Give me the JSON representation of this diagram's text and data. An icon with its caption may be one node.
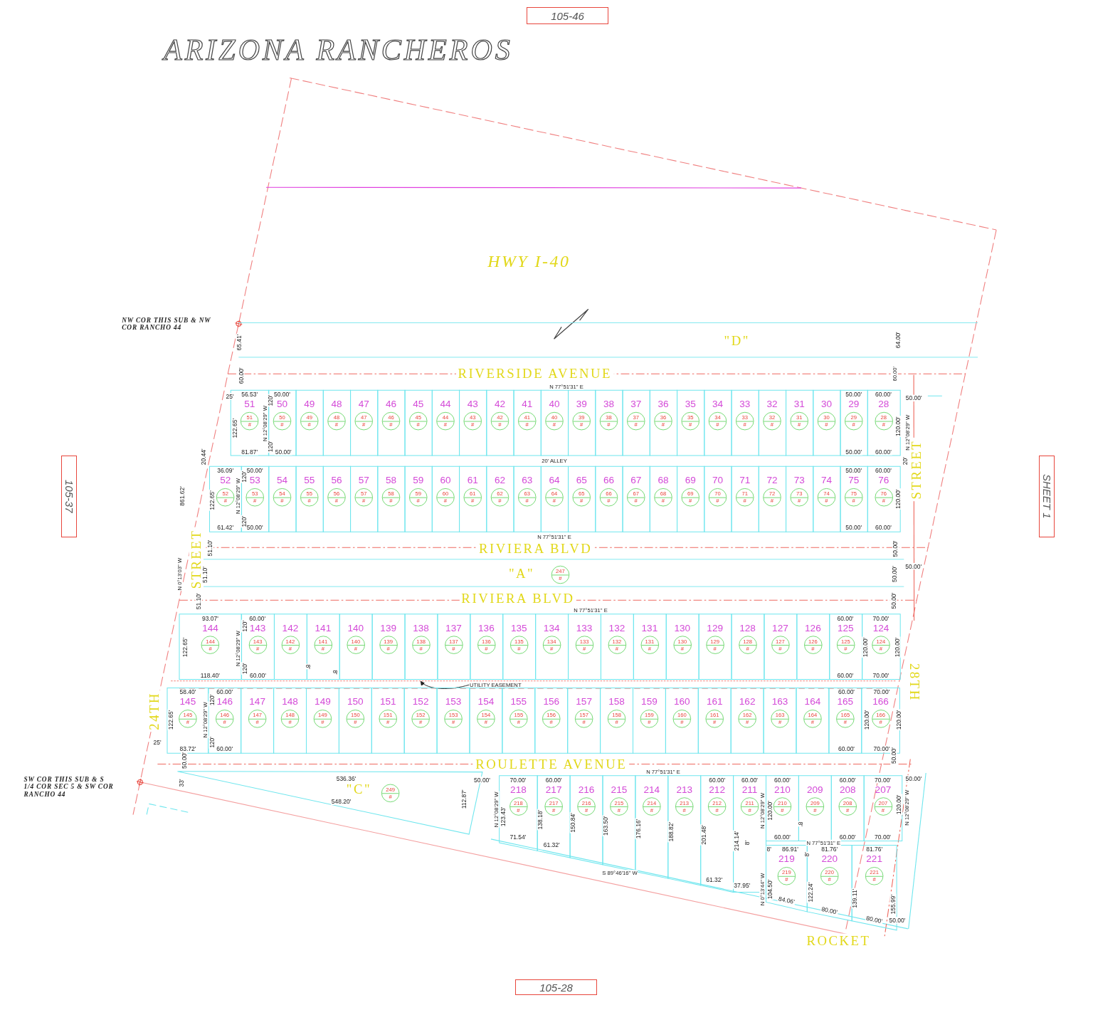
{
  "diagram": {
    "title": "ARIZONA RANCHEROS",
    "nodes": [
      {
        "text": [
          "105-46"
        ]
      },
      {
        "text": [
          "105-37"
        ]
      },
      {
        "text": [
          "SHEET 1"
        ]
      },
      {
        "text": [
          "105-28"
        ]
      },
      {
        "text": [
          "\"D\""
        ]
      },
      {
        "text": [
          "\"A\""
        ]
      },
      {
        "text": [
          "247",
          "#"
        ],
        "in": 5
      },
      {
        "text": [
          "\"C\""
        ]
      },
      {
        "text": [
          "249",
          "#"
        ],
        "in": 7
      },
      {
        "text": [
          "UTILITY EASEMENT"
        ]
      },
      {
        "text": [
          "51"
        ]
      },
      {
        "text": [
          "51",
          "#"
        ],
        "in": 10
      },
      {
        "text": [
          "50"
        ]
      },
      {
        "text": [
          "50",
          "#"
        ],
        "in": 12
      },
      {
        "text": [
          "49"
        ]
      },
      {
        "text": [
          "49",
          "#"
        ],
        "in": 14
      },
      {
        "text": [
          "48"
        ]
      },
      {
        "text": [
          "48",
          "#"
        ],
        "in": 16
      },
      {
        "text": [
          "47"
        ]
      },
      {
        "text": [
          "47",
          "#"
        ],
        "in": 18
      },
      {
        "text": [
          "46"
        ]
      },
      {
        "text": [
          "46",
          "#"
        ],
        "in": 20
      },
      {
        "text": [
          "45"
        ]
      },
      {
        "text": [
          "45",
          "#"
        ],
        "in": 22
      },
      {
        "text": [
          "44"
        ]
      },
      {
        "text": [
          "44",
          "#"
        ],
        "in": 24
      },
      {
        "text": [
          "43"
        ]
      },
      {
        "text": [
          "43",
          "#"
        ],
        "in": 26
      },
      {
        "text": [
          "42"
        ]
      },
      {
        "text": [
          "42",
          "#"
        ],
        "in": 28
      },
      {
        "text": [
          "41"
        ]
      },
      {
        "text": [
          "41",
          "#"
        ],
        "in": 30
      },
      {
        "text": [
          "40"
        ]
      },
      {
        "text": [
          "40",
          "#"
        ],
        "in": 32
      },
      {
        "text": [
          "39"
        ]
      },
      {
        "text": [
          "39",
          "#"
        ],
        "in": 34
      },
      {
        "text": [
          "38"
        ]
      },
      {
        "text": [
          "38",
          "#"
        ],
        "in": 36
      },
      {
        "text": [
          "37"
        ]
      },
      {
        "text": [
          "37",
          "#"
        ],
        "in": 38
      },
      {
        "text": [
          "36"
        ]
      },
      {
        "text": [
          "36",
          "#"
        ],
        "in": 40
      },
      {
        "text": [
          "35"
        ]
      },
      {
        "text": [
          "35",
          "#"
        ],
        "in": 42
      },
      {
        "text": [
          "34"
        ]
      },
      {
        "text": [
          "34",
          "#"
        ],
        "in": 44
      },
      {
        "text": [
          "33"
        ]
      },
      {
        "text": [
          "33",
          "#"
        ],
        "in": 46
      },
      {
        "text": [
          "32"
        ]
      },
      {
        "text": [
          "32",
          "#"
        ],
        "in": 48
      },
      {
        "text": [
          "31"
        ]
      },
      {
        "text": [
          "31",
          "#"
        ],
        "in": 50
      },
      {
        "text": [
          "30"
        ]
      },
      {
        "text": [
          "30",
          "#"
        ],
        "in": 52
      },
      {
        "text": [
          "29"
        ]
      },
      {
        "text": [
          "29",
          "#"
        ],
        "in": 54
      },
      {
        "text": [
          "28"
        ]
      },
      {
        "text": [
          "28",
          "#"
        ],
        "in": 56
      },
      {
        "text": [
          "52"
        ]
      },
      {
        "text": [
          "52",
          "#"
        ],
        "in": 58
      },
      {
        "text": [
          "53"
        ]
      },
      {
        "text": [
          "53",
          "#"
        ],
        "in": 60
      },
      {
        "text": [
          "54"
        ]
      },
      {
        "text": [
          "54",
          "#"
        ],
        "in": 62
      },
      {
        "text": [
          "55"
        ]
      },
      {
        "text": [
          "55",
          "#"
        ],
        "in": 64
      },
      {
        "text": [
          "56"
        ]
      },
      {
        "text": [
          "56",
          "#"
        ],
        "in": 66
      },
      {
        "text": [
          "57"
        ]
      },
      {
        "text": [
          "57",
          "#"
        ],
        "in": 68
      },
      {
        "text": [
          "58"
        ]
      },
      {
        "text": [
          "58",
          "#"
        ],
        "in": 70
      },
      {
        "text": [
          "59"
        ]
      },
      {
        "text": [
          "59",
          "#"
        ],
        "in": 72
      },
      {
        "text": [
          "60"
        ]
      },
      {
        "text": [
          "60",
          "#"
        ],
        "in": 74
      },
      {
        "text": [
          "61"
        ]
      },
      {
        "text": [
          "61",
          "#"
        ],
        "in": 76
      },
      {
        "text": [
          "62"
        ]
      },
      {
        "text": [
          "62",
          "#"
        ],
        "in": 78
      },
      {
        "text": [
          "63"
        ]
      },
      {
        "text": [
          "63",
          "#"
        ],
        "in": 80
      },
      {
        "text": [
          "64"
        ]
      },
      {
        "text": [
          "64",
          "#"
        ],
        "in": 82
      },
      {
        "text": [
          "65"
        ]
      },
      {
        "text": [
          "65",
          "#"
        ],
        "in": 84
      },
      {
        "text": [
          "66"
        ]
      },
      {
        "text": [
          "66",
          "#"
        ],
        "in": 86
      },
      {
        "text": [
          "67"
        ]
      },
      {
        "text": [
          "67",
          "#"
        ],
        "in": 88
      },
      {
        "text": [
          "68"
        ]
      },
      {
        "text": [
          "68",
          "#"
        ],
        "in": 90
      },
      {
        "text": [
          "69"
        ]
      },
      {
        "text": [
          "69",
          "#"
        ],
        "in": 92
      },
      {
        "text": [
          "70"
        ]
      },
      {
        "text": [
          "70",
          "#"
        ],
        "in": 94
      },
      {
        "text": [
          "71"
        ]
      },
      {
        "text": [
          "71",
          "#"
        ],
        "in": 96
      },
      {
        "text": [
          "72"
        ]
      },
      {
        "text": [
          "72",
          "#"
        ],
        "in": 98
      },
      {
        "text": [
          "73"
        ]
      },
      {
        "text": [
          "73",
          "#"
        ],
        "in": 100
      },
      {
        "text": [
          "74"
        ]
      },
      {
        "text": [
          "74",
          "#"
        ],
        "in": 102
      },
      {
        "text": [
          "75"
        ]
      },
      {
        "text": [
          "75",
          "#"
        ],
        "in": 104
      },
      {
        "text": [
          "76"
        ]
      },
      {
        "text": [
          "76",
          "#"
        ],
        "in": 106
      },
      {
        "text": [
          "144"
        ]
      },
      {
        "text": [
          "144",
          "#"
        ],
        "in": 108
      },
      {
        "text": [
          "143"
        ]
      },
      {
        "text": [
          "143",
          "#"
        ],
        "in": 110
      },
      {
        "text": [
          "142"
        ]
      },
      {
        "text": [
          "142",
          "#"
        ],
        "in": 112
      },
      {
        "text": [
          "141"
        ]
      },
      {
        "text": [
          "141",
          "#"
        ],
        "in": 114
      },
      {
        "text": [
          "140"
        ]
      },
      {
        "text": [
          "140",
          "#"
        ],
        "in": 116
      },
      {
        "text": [
          "139"
        ]
      },
      {
        "text": [
          "139",
          "#"
        ],
        "in": 118
      },
      {
        "text": [
          "138"
        ]
      },
      {
        "text": [
          "138",
          "#"
        ],
        "in": 120
      },
      {
        "text": [
          "137"
        ]
      },
      {
        "text": [
          "137",
          "#"
        ],
        "in": 122
      },
      {
        "text": [
          "136"
        ]
      },
      {
        "text": [
          "136",
          "#"
        ],
        "in": 124
      },
      {
        "text": [
          "135"
        ]
      },
      {
        "text": [
          "135",
          "#"
        ],
        "in": 126
      },
      {
        "text": [
          "134"
        ]
      },
      {
        "text": [
          "134",
          "#"
        ],
        "in": 128
      },
      {
        "text": [
          "133"
        ]
      },
      {
        "text": [
          "133",
          "#"
        ],
        "in": 130
      },
      {
        "text": [
          "132"
        ]
      },
      {
        "text": [
          "132",
          "#"
        ],
        "in": 132
      },
      {
        "text": [
          "131"
        ]
      },
      {
        "text": [
          "131",
          "#"
        ],
        "in": 134
      },
      {
        "text": [
          "130"
        ]
      },
      {
        "text": [
          "130",
          "#"
        ],
        "in": 136
      },
      {
        "text": [
          "129"
        ]
      },
      {
        "text": [
          "129",
          "#"
        ],
        "in": 138
      },
      {
        "text": [
          "128"
        ]
      },
      {
        "text": [
          "128",
          "#"
        ],
        "in": 140
      },
      {
        "text": [
          "127"
        ]
      },
      {
        "text": [
          "127",
          "#"
        ],
        "in": 142
      },
      {
        "text": [
          "126"
        ]
      },
      {
        "text": [
          "126",
          "#"
        ],
        "in": 144
      },
      {
        "text": [
          "125"
        ]
      },
      {
        "text": [
          "125",
          "#"
        ],
        "in": 146
      },
      {
        "text": [
          "124"
        ]
      },
      {
        "text": [
          "124",
          "#"
        ],
        "in": 148
      },
      {
        "text": [
          "145"
        ]
      },
      {
        "text": [
          "145",
          "#"
        ],
        "in": 150
      },
      {
        "text": [
          "146"
        ]
      },
      {
        "text": [
          "146",
          "#"
        ],
        "in": 152
      },
      {
        "text": [
          "147"
        ]
      },
      {
        "text": [
          "147",
          "#"
        ],
        "in": 154
      },
      {
        "text": [
          "148"
        ]
      },
      {
        "text": [
          "148",
          "#"
        ],
        "in": 156
      },
      {
        "text": [
          "149"
        ]
      },
      {
        "text": [
          "149",
          "#"
        ],
        "in": 158
      },
      {
        "text": [
          "150"
        ]
      },
      {
        "text": [
          "150",
          "#"
        ],
        "in": 160
      },
      {
        "text": [
          "151"
        ]
      },
      {
        "text": [
          "151",
          "#"
        ],
        "in": 162
      },
      {
        "text": [
          "152"
        ]
      },
      {
        "text": [
          "152",
          "#"
        ],
        "in": 164
      },
      {
        "text": [
          "153"
        ]
      },
      {
        "text": [
          "153",
          "#"
        ],
        "in": 166
      },
      {
        "text": [
          "154"
        ]
      },
      {
        "text": [
          "154",
          "#"
        ],
        "in": 168
      },
      {
        "text": [
          "155"
        ]
      },
      {
        "text": [
          "155",
          "#"
        ],
        "in": 170
      },
      {
        "text": [
          "156"
        ]
      },
      {
        "text": [
          "156",
          "#"
        ],
        "in": 172
      },
      {
        "text": [
          "157"
        ]
      },
      {
        "text": [
          "157",
          "#"
        ],
        "in": 174
      },
      {
        "text": [
          "158"
        ]
      },
      {
        "text": [
          "158",
          "#"
        ],
        "in": 176
      },
      {
        "text": [
          "159"
        ]
      },
      {
        "text": [
          "159",
          "#"
        ],
        "in": 178
      },
      {
        "text": [
          "160"
        ]
      },
      {
        "text": [
          "160",
          "#"
        ],
        "in": 180
      },
      {
        "text": [
          "161"
        ]
      },
      {
        "text": [
          "161",
          "#"
        ],
        "in": 182
      },
      {
        "text": [
          "162"
        ]
      },
      {
        "text": [
          "162",
          "#"
        ],
        "in": 184
      },
      {
        "text": [
          "163"
        ]
      },
      {
        "text": [
          "163",
          "#"
        ],
        "in": 186
      },
      {
        "text": [
          "164"
        ]
      },
      {
        "text": [
          "164",
          "#"
        ],
        "in": 188
      },
      {
        "text": [
          "165"
        ]
      },
      {
        "text": [
          "165",
          "#"
        ],
        "in": 190
      },
      {
        "text": [
          "166"
        ]
      },
      {
        "text": [
          "166",
          "#"
        ],
        "in": 192
      },
      {
        "text": [
          "218"
        ]
      },
      {
        "text": [
          "218",
          "#"
        ],
        "in": 194
      },
      {
        "text": [
          "217"
        ]
      },
      {
        "text": [
          "217",
          "#"
        ],
        "in": 196
      },
      {
        "text": [
          "216"
        ]
      },
      {
        "text": [
          "216",
          "#"
        ],
        "in": 198
      },
      {
        "text": [
          "215"
        ]
      },
      {
        "text": [
          "215",
          "#"
        ],
        "in": 200
      },
      {
        "text": [
          "214"
        ]
      },
      {
        "text": [
          "214",
          "#"
        ],
        "in": 202
      },
      {
        "text": [
          "213"
        ]
      },
      {
        "text": [
          "213",
          "#"
        ],
        "in": 204
      },
      {
        "text": [
          "212"
        ]
      },
      {
        "text": [
          "212",
          "#"
        ],
        "in": 206
      },
      {
        "text": [
          "211"
        ]
      },
      {
        "text": [
          "211",
          "#"
        ],
        "in": 208
      },
      {
        "text": [
          "210"
        ]
      },
      {
        "text": [
          "210",
          "#"
        ],
        "in": 210
      },
      {
        "text": [
          "209"
        ]
      },
      {
        "text": [
          "209",
          "#"
        ],
        "in": 212
      },
      {
        "text": [
          "208"
        ]
      },
      {
        "text": [
          "208",
          "#"
        ],
        "in": 214
      },
      {
        "text": [
          "207"
        ]
      },
      {
        "text": [
          "207",
          "#"
        ],
        "in": 216
      },
      {
        "text": [
          "219"
        ]
      },
      {
        "text": [
          "219",
          "#"
        ],
        "in": 218
      },
      {
        "text": [
          "220"
        ]
      },
      {
        "text": [
          "220",
          "#"
        ],
        "in": 220
      },
      {
        "text": [
          "221"
        ]
      },
      {
        "text": [
          "221",
          "#"
        ],
        "in": 222
      },
      {
        "text": [],
        "shape": "bar"
      }
    ],
    "edges": [
      {
        "from": 9,
        "to": 224,
        "arrow": "to"
      }
    ],
    "labels": [
      "HWY I-40",
      "64.00'",
      "60.00'",
      "50.00'",
      "RIVERSIDE AVENUE",
      "N 77°51'31\" E",
      "NW COR THIS SUB & NW COR RANCHO 44",
      "65.41'",
      "60.00'",
      "25'",
      "56.53'",
      "122.65'",
      "N 12°08'29\" W",
      "120'",
      "50.00'",
      "81.87'",
      "120'",
      "50.00'",
      "20' ALLEY",
      "50.00'",
      "60.00'",
      "120.00'",
      "50.00'",
      "60.00'",
      "20'",
      "N 12°08'29\" W",
      "STREET",
      "20.44'",
      "36.09'",
      "N 12°08'29\" W",
      "120'",
      "50.00'",
      "122.65'",
      "61.42'",
      "120'",
      "50.00'",
      "50.00'",
      "60.00'",
      "120.00'",
      "50.00'",
      "60.00'",
      "861.62'",
      "N 77°51'31\" E",
      "RIVIERA BLVD",
      "50.00'",
      "50.00'",
      "50.00'",
      "50.00'",
      "STREET",
      "51.10'",
      "51.10'",
      "51.10'",
      "N 0°13'03\" W",
      "RIVIERA BLVD",
      "N 77°51'31\" E",
      "93.07'",
      "N 12°08'29\" W",
      "120'",
      "60.00'",
      "122.65'",
      "118.40'",
      "120'",
      "60.00'",
      "8'",
      "8'",
      "60.00'",
      "70.00'",
      "120.00'",
      "120.00'",
      "60.00'",
      "70.00'",
      "28TH",
      "58.40'",
      "N 12°08'29\" W",
      "120'",
      "60.00'",
      "122.65'",
      "83.72'",
      "120'",
      "60.00'",
      "25'",
      "60.00'",
      "70.00'",
      "120.00'",
      "120.00'",
      "60.00'",
      "70.00'",
      "24TH",
      "ROULETTE AVENUE",
      "N 77°51'31\" E",
      "50.00'",
      "33'",
      "536.36'",
      "548.20'",
      "112.87'",
      "50.00'",
      "N 12°08'29\" W",
      "123.43'",
      "70.00'",
      "71.54'",
      "60.00'",
      "138.18'",
      "61.32'",
      "150.84'",
      "163.50'",
      "176.16'",
      "188.82'",
      "201.48'",
      "60.00'",
      "61.32'",
      "214.14'",
      "60.00'",
      "37.95'",
      "N 12°08'29\" W",
      "120.00'",
      "S 89°46'16\" W",
      "60.00'",
      "60.00'",
      "60.00'",
      "70.00'",
      "120.00'",
      "N 12°08'29\" W",
      "60.00'",
      "70.00'",
      "50.00'",
      "50.00'",
      "8'",
      "8'",
      "8'",
      "86.91'",
      "N 77°51'31\" E",
      "8'",
      "81.76'",
      "81.76'",
      "N 0°13'44\" W",
      "104.50'",
      "84.06'",
      "122.24'",
      "80.00'",
      "139.11'",
      "155.99'",
      "80.00'",
      "50.00'",
      "ROCKET",
      "SW COR THIS SUB & S 1/4 COR SEC 5 & SW COR RANCHO 44"
    ]
  }
}
